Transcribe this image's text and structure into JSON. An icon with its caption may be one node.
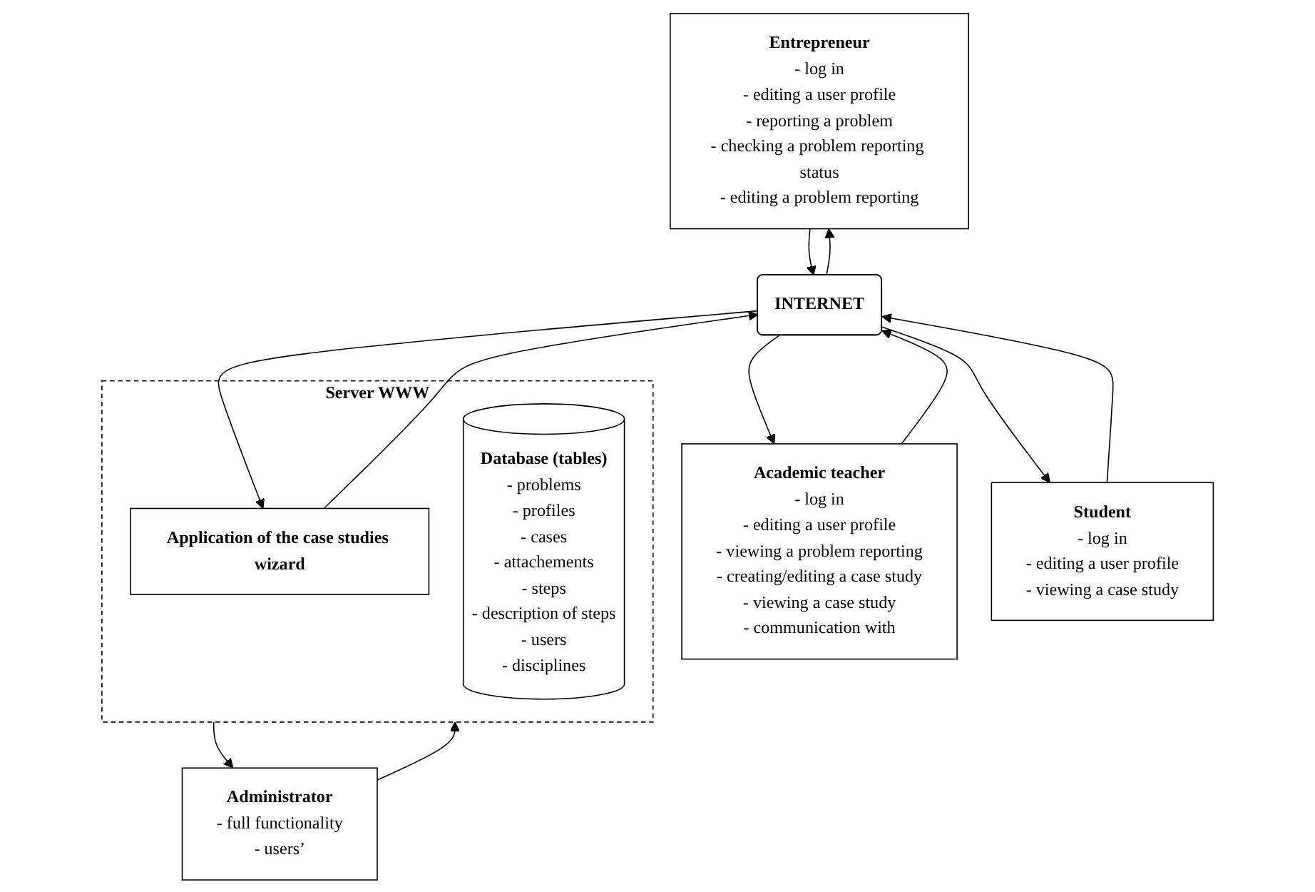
{
  "diagram": {
    "nodes": [
      {
        "text": [
          "Entrepreneur",
          "- log in",
          "- editing a user profile",
          "- reporting a problem",
          "- checking a problem reporting status",
          "- editing a problem reporting"
        ]
      },
      {
        "text": [
          "Academic teacher",
          "- log in",
          "- editing a user profile",
          "- viewing a problem reporting",
          "- creating/editing a case study",
          "- viewing a case study",
          "- communication with"
        ]
      },
      {
        "text": [
          "Student",
          "- log in",
          "- editing a user profile",
          "- viewing a case study"
        ]
      },
      {
        "text": [
          "INTERNET"
        ]
      },
      {
        "text": [
          "Server WWW"
        ]
      },
      {
        "text": [
          "Application of the case studies wizard"
        ],
        "in": 4
      },
      {
        "text": [
          "Database (tables)",
          "- problems",
          "- profiles",
          "- cases",
          "- attachements",
          "- steps",
          "- description of steps",
          "- users",
          "- disciplines"
        ],
        "in": 4
      },
      {
        "text": [
          "Administrator",
          "- full functionality",
          "- users’"
        ]
      }
    ],
    "edges": [
      {
        "from": 0,
        "to": 3,
        "arrow": "to"
      },
      {
        "from": 3,
        "to": 0,
        "arrow": "to"
      },
      {
        "from": 1,
        "to": 3,
        "arrow": "to"
      },
      {
        "from": 3,
        "to": 1,
        "arrow": "to"
      },
      {
        "from": 2,
        "to": 3,
        "arrow": "to"
      },
      {
        "from": 3,
        "to": 2,
        "arrow": "to"
      },
      {
        "from": 3,
        "to": 5,
        "arrow": "to"
      },
      {
        "from": 5,
        "to": 3,
        "arrow": "to"
      },
      {
        "from": 7,
        "to": 4,
        "arrow": "to"
      },
      {
        "from": 4,
        "to": 7,
        "arrow": "to"
      }
    ]
  }
}
